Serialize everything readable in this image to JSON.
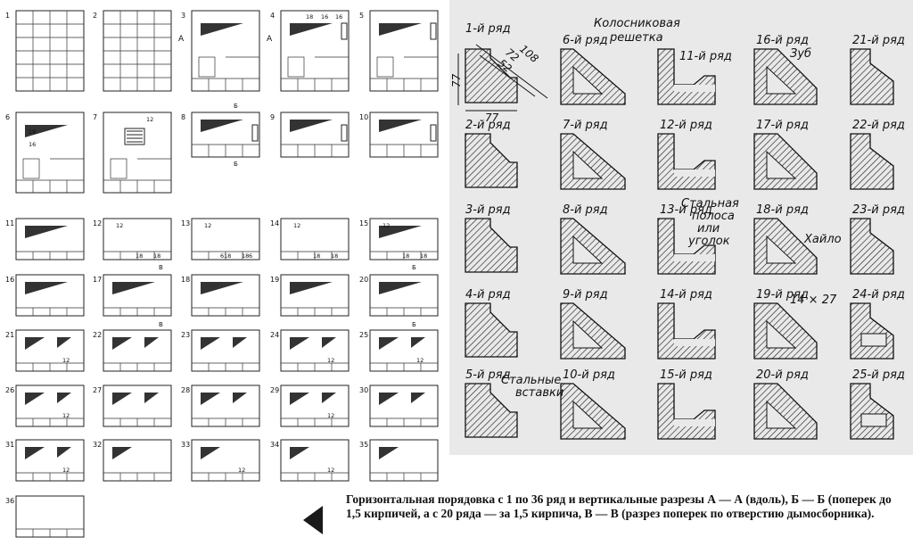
{
  "left_panel": {
    "row_numbers": [
      "1",
      "2",
      "3",
      "4",
      "5",
      "6",
      "7",
      "8",
      "9",
      "10",
      "11",
      "12",
      "13",
      "14",
      "15",
      "16",
      "17",
      "18",
      "19",
      "20",
      "21",
      "22",
      "23",
      "24",
      "25",
      "26",
      "27",
      "28",
      "29",
      "30",
      "31",
      "32",
      "33",
      "34",
      "35",
      "36"
    ],
    "section_labels": {
      "a": "А",
      "b": "Б",
      "v": "В"
    },
    "brick_label_12": "12",
    "brick_label_16": "16",
    "brick_label_18": "18",
    "brick_label_6": "6"
  },
  "right_panel": {
    "rows": [
      "1-й ряд",
      "2-й ряд",
      "3-й ряд",
      "4-й ряд",
      "5-й ряд",
      "6-й ряд",
      "7-й ряд",
      "8-й ряд",
      "9-й ряд",
      "10-й ряд",
      "11-й ряд",
      "12-й ряд",
      "13-й ряд",
      "14-й ряд",
      "15-й ряд",
      "16-й ряд",
      "17-й ряд",
      "18-й ряд",
      "19-й ряд",
      "20-й ряд",
      "21-й ряд",
      "22-й ряд",
      "23-й ряд",
      "24-й ряд",
      "25-й ряд"
    ],
    "dims": {
      "d108": "108",
      "d72": "72",
      "d52": "52",
      "d77_side": "77",
      "d77_bottom": "77"
    },
    "annotations": {
      "grate": "Колосниковая решетка",
      "grate_line1": "Колосниковая",
      "grate_line2": "решетка",
      "steel_strip_line1": "Стальная",
      "steel_strip_line2": "полоса",
      "steel_strip_line3": "или",
      "steel_strip_line4": "уголок",
      "steel_inserts_line1": "Стальные",
      "steel_inserts_line2": "вставки",
      "tooth": "Зуб",
      "throat": "Хайло",
      "size_note": "14 × 27"
    }
  },
  "caption": "Горизонтальная порядовка с 1 по 36 ряд и вертикальные разрезы А — А (вдоль), Б — Б (поперек до 1,5 кирпичей, а с 20 ряда — за 1,5 кирпича, В — В (разрез поперек по отверстию дымосборника).",
  "nav_icon": "triangle-left-icon"
}
